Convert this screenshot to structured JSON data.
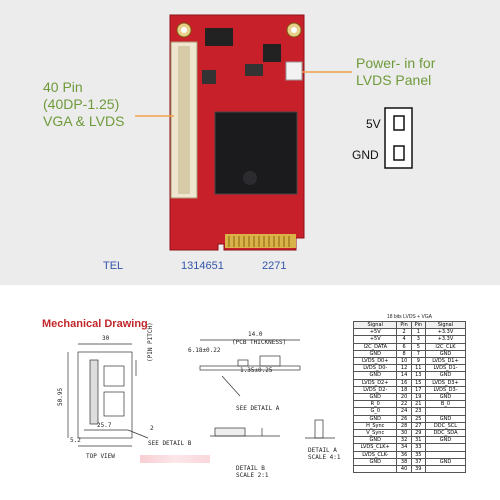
{
  "callouts": {
    "connector": [
      "40 Pin",
      "(40DP-1.25)",
      "VGA & LVDS"
    ],
    "power": [
      "Power- in for",
      "LVDS Panel"
    ]
  },
  "power_pins": {
    "pin1": "5V",
    "pin2": "GND"
  },
  "contact": {
    "tel_label": "TEL",
    "tel_number": "1314651",
    "tel_ext": "2271"
  },
  "drawing": {
    "title": "Mechanical Drawing",
    "dims": {
      "w30": "30",
      "h5095": "50.95",
      "r257": "25.7",
      "d52": "5.2",
      "pinpitch": "(PIN PITCH)",
      "r2": "2",
      "t14": "14.0",
      "pcb": "(PCB THICKNESS)",
      "d618": "6.18±0.22",
      "d135": "1.35±0.25"
    },
    "labels": {
      "top_view": "TOP VIEW",
      "see_b": "SEE DETAIL B",
      "see_a": "SEE DETAIL A",
      "detail_b": "DETAIL B",
      "scale_b": "SCALE 2:1",
      "detail_a": "DETAIL A",
      "scale_a": "SCALE 4:1"
    }
  },
  "pin_table": {
    "caption": "18 bits LVDS + VGA",
    "headers": [
      "Signal",
      "Pin",
      "Pin",
      "Signal"
    ],
    "rows": [
      [
        "+5V",
        "2",
        "1",
        "+3.3V"
      ],
      [
        "+5V",
        "4",
        "3",
        "+3.3V"
      ],
      [
        "I2C_DATA",
        "6",
        "5",
        "I2C_CLK"
      ],
      [
        "GND",
        "8",
        "7",
        "GND"
      ],
      [
        "LVDS_D0+",
        "10",
        "9",
        "LVDS_D1+"
      ],
      [
        "LVDS_D0-",
        "12",
        "11",
        "LVDS_D1-"
      ],
      [
        "GND",
        "14",
        "13",
        "GND"
      ],
      [
        "LVDS_D2+",
        "16",
        "15",
        "LVDS_D3+"
      ],
      [
        "LVDS_D2-",
        "18",
        "17",
        "LVDS_D3-"
      ],
      [
        "GND",
        "20",
        "19",
        "GND"
      ],
      [
        "R_0",
        "22",
        "21",
        "B_0"
      ],
      [
        "G_0",
        "24",
        "23",
        ""
      ],
      [
        "GND",
        "26",
        "25",
        "GND"
      ],
      [
        "H_Sync",
        "28",
        "27",
        "DDC_SCL"
      ],
      [
        "V_Sync",
        "30",
        "29",
        "DDC_SDA"
      ],
      [
        "GND",
        "32",
        "31",
        "GND"
      ],
      [
        "LVDS_CLK+",
        "34",
        "33",
        ""
      ],
      [
        "LVDS_CLK-",
        "36",
        "35",
        ""
      ],
      [
        "GND",
        "38",
        "37",
        "GND"
      ],
      [
        "",
        "40",
        "39",
        ""
      ]
    ]
  }
}
